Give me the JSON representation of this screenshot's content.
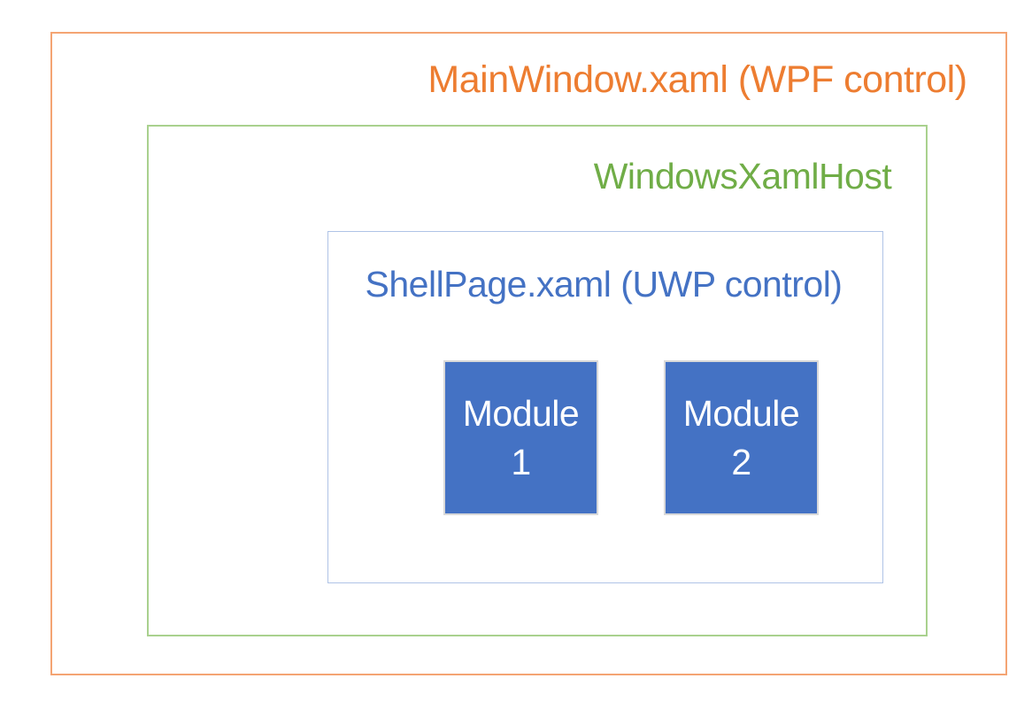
{
  "diagram": {
    "main_window": {
      "label": "MainWindow.xaml (WPF control)",
      "label_color": "#ed7d31",
      "border_color": "#f4a473"
    },
    "xaml_host": {
      "label": "WindowsXamlHost",
      "label_color": "#70ad47",
      "border_color": "#a9d18e"
    },
    "shell_page": {
      "label": "ShellPage.xaml (UWP control)",
      "label_color": "#4472c4",
      "border_color": "#afc3e6"
    },
    "modules": [
      {
        "line1": "Module",
        "line2": "1",
        "fill_color": "#4472c4",
        "border_color": "#d9d9d9",
        "text_color": "#ffffff"
      },
      {
        "line1": "Module",
        "line2": "2",
        "fill_color": "#4472c4",
        "border_color": "#d9d9d9",
        "text_color": "#ffffff"
      }
    ]
  }
}
